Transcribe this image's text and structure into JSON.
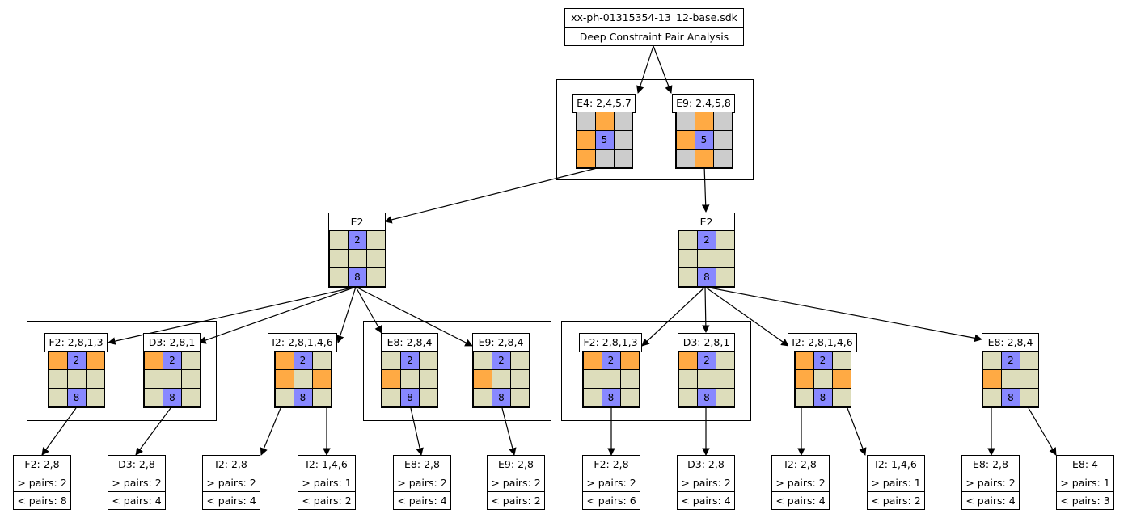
{
  "root": {
    "title": "xx-ph-01315354-13_12-base.sdk",
    "subtitle": "Deep Constraint Pair Analysis"
  },
  "colors": {
    "gray": "#cccccc",
    "khaki": "#ddddbb",
    "orange": "#ffaa44",
    "blue": "#8888ff",
    "line": "#000000"
  },
  "level1": [
    {
      "id": "n_e4",
      "label": "E4: 2,4,5,7",
      "cells": [
        "g",
        "o",
        "g",
        "o",
        "b:5",
        "g",
        "o",
        "g",
        "g"
      ]
    },
    {
      "id": "n_e9",
      "label": "E9: 2,4,5,8",
      "cells": [
        "g",
        "o",
        "g",
        "o",
        "b:5",
        "g",
        "g",
        "o",
        "g"
      ]
    }
  ],
  "level2": [
    {
      "id": "n_e2a",
      "label": "E2",
      "cells": [
        "k",
        "b:2",
        "k",
        "k",
        "k",
        "k",
        "k",
        "b:8",
        "k"
      ]
    },
    {
      "id": "n_e2b",
      "label": "E2",
      "cells": [
        "k",
        "b:2",
        "k",
        "k",
        "k",
        "k",
        "k",
        "b:8",
        "k"
      ]
    }
  ],
  "level3": [
    {
      "id": "a1",
      "label": "F2: 2,8,1,3",
      "cells": [
        "o",
        "b:2",
        "o",
        "k",
        "k",
        "k",
        "k",
        "b:8",
        "k"
      ]
    },
    {
      "id": "a2",
      "label": "D3: 2,8,1",
      "cells": [
        "o",
        "b:2",
        "k",
        "k",
        "k",
        "k",
        "k",
        "b:8",
        "k"
      ]
    },
    {
      "id": "a3",
      "label": "I2: 2,8,1,4,6",
      "cells": [
        "o",
        "b:2",
        "k",
        "o",
        "k",
        "o",
        "k",
        "b:8",
        "k"
      ]
    },
    {
      "id": "a4",
      "label": "E8: 2,8,4",
      "cells": [
        "k",
        "b:2",
        "k",
        "o",
        "k",
        "k",
        "k",
        "b:8",
        "k"
      ]
    },
    {
      "id": "a5",
      "label": "E9: 2,8,4",
      "cells": [
        "k",
        "b:2",
        "k",
        "o",
        "k",
        "k",
        "k",
        "b:8",
        "k"
      ]
    },
    {
      "id": "b1",
      "label": "F2: 2,8,1,3",
      "cells": [
        "o",
        "b:2",
        "o",
        "k",
        "k",
        "k",
        "k",
        "b:8",
        "k"
      ]
    },
    {
      "id": "b2",
      "label": "D3: 2,8,1",
      "cells": [
        "o",
        "b:2",
        "k",
        "k",
        "k",
        "k",
        "k",
        "b:8",
        "k"
      ]
    },
    {
      "id": "b3",
      "label": "I2: 2,8,1,4,6",
      "cells": [
        "o",
        "b:2",
        "k",
        "o",
        "k",
        "o",
        "k",
        "b:8",
        "k"
      ]
    },
    {
      "id": "b4",
      "label": "E8: 2,8,4",
      "cells": [
        "k",
        "b:2",
        "k",
        "o",
        "k",
        "k",
        "k",
        "b:8",
        "k"
      ]
    }
  ],
  "leaves": [
    {
      "label": "F2: 2,8",
      "gt": "> pairs: 2",
      "lt": "< pairs: 8"
    },
    {
      "label": "D3: 2,8",
      "gt": "> pairs: 2",
      "lt": "< pairs: 4"
    },
    {
      "label": "I2: 2,8",
      "gt": "> pairs: 2",
      "lt": "< pairs: 4"
    },
    {
      "label": "I2: 1,4,6",
      "gt": "> pairs: 1",
      "lt": "< pairs: 2"
    },
    {
      "label": "E8: 2,8",
      "gt": "> pairs: 2",
      "lt": "< pairs: 4"
    },
    {
      "label": "E9: 2,8",
      "gt": "> pairs: 2",
      "lt": "< pairs: 2"
    },
    {
      "label": "F2: 2,8",
      "gt": "> pairs: 2",
      "lt": "< pairs: 6"
    },
    {
      "label": "D3: 2,8",
      "gt": "> pairs: 2",
      "lt": "< pairs: 4"
    },
    {
      "label": "I2: 2,8",
      "gt": "> pairs: 2",
      "lt": "< pairs: 4"
    },
    {
      "label": "I2: 1,4,6",
      "gt": "> pairs: 1",
      "lt": "< pairs: 2"
    },
    {
      "label": "E8: 2,8",
      "gt": "> pairs: 2",
      "lt": "< pairs: 4"
    },
    {
      "label": "E8: 4",
      "gt": "> pairs: 1",
      "lt": "< pairs: 3"
    }
  ]
}
